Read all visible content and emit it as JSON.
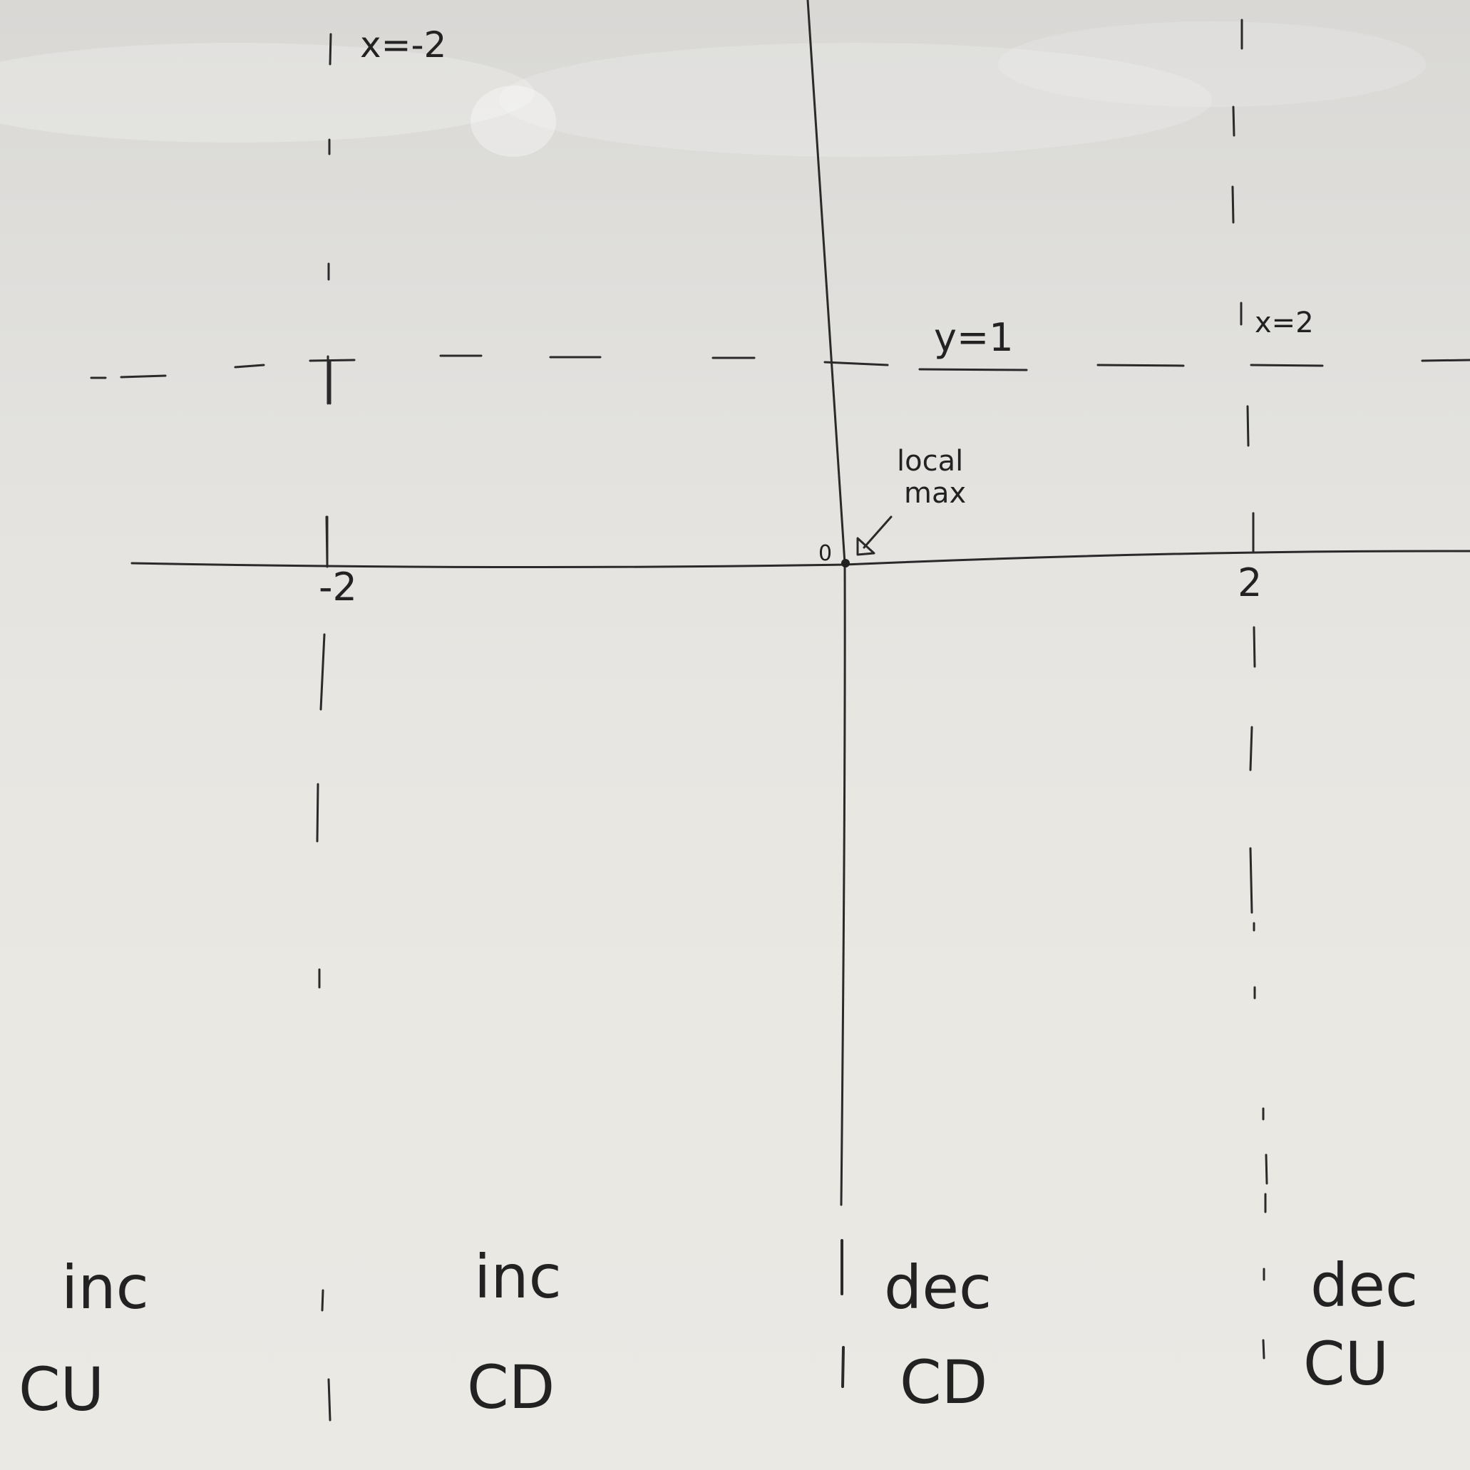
{
  "whiteboard": {
    "asymptotes": {
      "left": "x=-2",
      "right": "x=2",
      "horizontal": "y=1"
    },
    "ticks": {
      "left": "-2",
      "right": "2",
      "origin": "0"
    },
    "annotation": {
      "line1": "local",
      "line2": "max"
    },
    "intervals": [
      {
        "behavior": "inc",
        "concavity": "CU"
      },
      {
        "behavior": "inc",
        "concavity": "CD"
      },
      {
        "behavior": "dec",
        "concavity": "CD"
      },
      {
        "behavior": "dec",
        "concavity": "CU"
      }
    ]
  }
}
